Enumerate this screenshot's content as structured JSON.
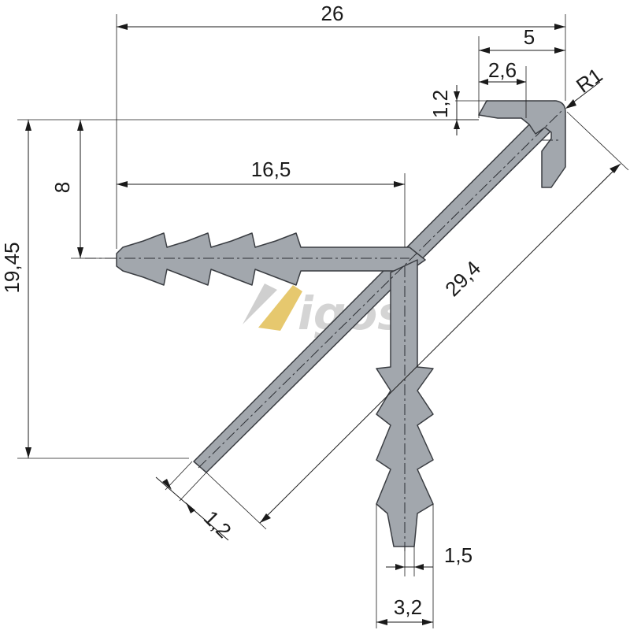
{
  "watermark": {
    "text": "igos",
    "colors": {
      "mark_gold": "#e6c86e",
      "mark_gray": "#cfcfcf",
      "text": "#d4d4d4"
    }
  },
  "colors": {
    "profile_fill": "#a2a7ad",
    "profile_stroke": "#3a3d42",
    "lines": "#1a1a1a"
  },
  "dimensions": {
    "overall_width": "26",
    "lip_width": "5",
    "hook_width": "2,6",
    "radius": "R1",
    "lip_thickness": "1,2",
    "height_total": "19,45",
    "height_to_arm": "8",
    "arm_length": "16,5",
    "diagonal_length": "29,4",
    "wall_thickness": "1,2",
    "stem_thickness": "1,5",
    "stem_width": "3,2"
  }
}
